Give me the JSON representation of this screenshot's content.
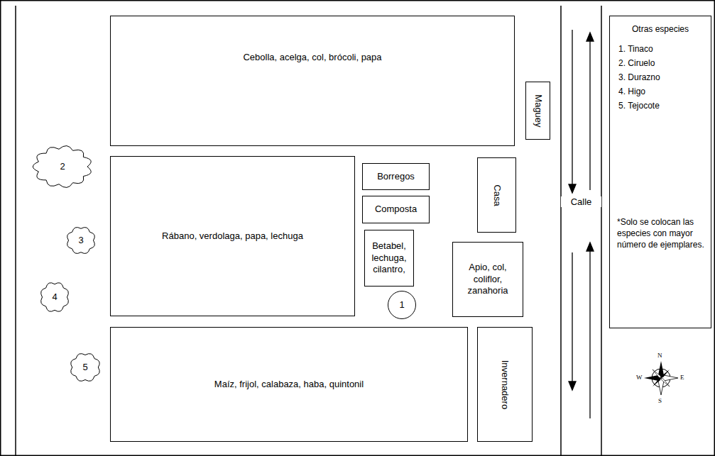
{
  "diagram": {
    "nodes": [
      {
        "text": [
          "Cebolla, acelga, col, brócoli, papa"
        ]
      },
      {
        "text": [
          "Maguey"
        ]
      },
      {
        "text": [
          "2"
        ]
      },
      {
        "text": [
          "Rábano, verdolaga, papa, lechuga"
        ]
      },
      {
        "text": [
          "Borregos"
        ]
      },
      {
        "text": [
          "Casa"
        ]
      },
      {
        "text": [
          "Composta"
        ]
      },
      {
        "text": [
          "3"
        ]
      },
      {
        "text": [
          "Betabel, lechuga, cilantro,"
        ]
      },
      {
        "text": [
          "Apio, col, coliflor, zanahoria"
        ]
      },
      {
        "text": [
          "4"
        ]
      },
      {
        "text": [
          "1"
        ]
      },
      {
        "text": [
          "5"
        ]
      },
      {
        "text": [
          "Maíz, frijol, calabaza, haba, quintonil"
        ]
      },
      {
        "text": [
          "Invernadero"
        ]
      },
      {
        "text": [
          "Otras especies",
          "1. Tinaco",
          "2. Ciruelo",
          "3. Durazno",
          "4. Higo",
          "5. Tejocote",
          "*Solo se colocan las especies con mayor número de ejemplares."
        ]
      }
    ],
    "labels": [
      "Calle",
      "N",
      "W",
      "E",
      "S"
    ]
  }
}
